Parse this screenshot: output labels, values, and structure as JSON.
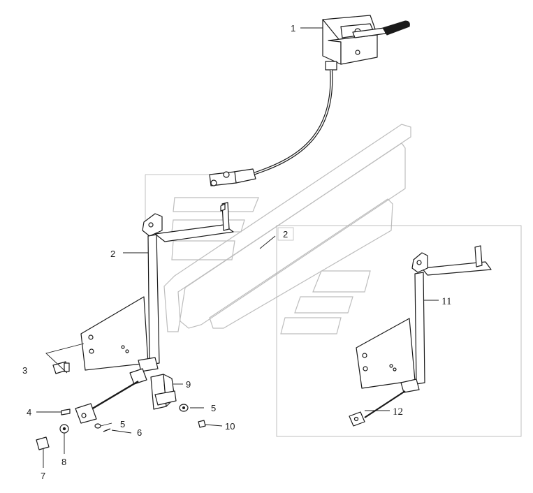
{
  "callouts": {
    "c1": "1",
    "c2a": "2",
    "c2b": "2",
    "c3": "3",
    "c4": "4",
    "c5a": "5",
    "c5b": "5",
    "c6": "6",
    "c7": "7",
    "c8": "8",
    "c9": "9",
    "c10": "10",
    "c11": "11",
    "c12": "12"
  }
}
